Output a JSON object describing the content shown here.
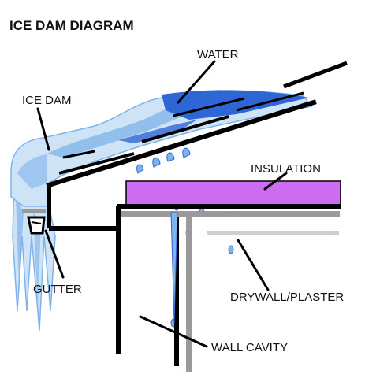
{
  "title": "ICE DAM DIAGRAM",
  "labels": {
    "water": "WATER",
    "ice_dam": "ICE DAM",
    "insulation": "INSULATION",
    "gutter": "GUTTER",
    "drywall": "DRYWALL/PLASTER",
    "wall_cavity": "WALL CAVITY"
  },
  "colors": {
    "ice_light": "#cfe3f6",
    "ice_mid": "#7fb3ea",
    "ice_dark": "#2f66d6",
    "insulation": "#cc6cf0",
    "structure": "#000000",
    "drywall": "#9a9a9a"
  }
}
